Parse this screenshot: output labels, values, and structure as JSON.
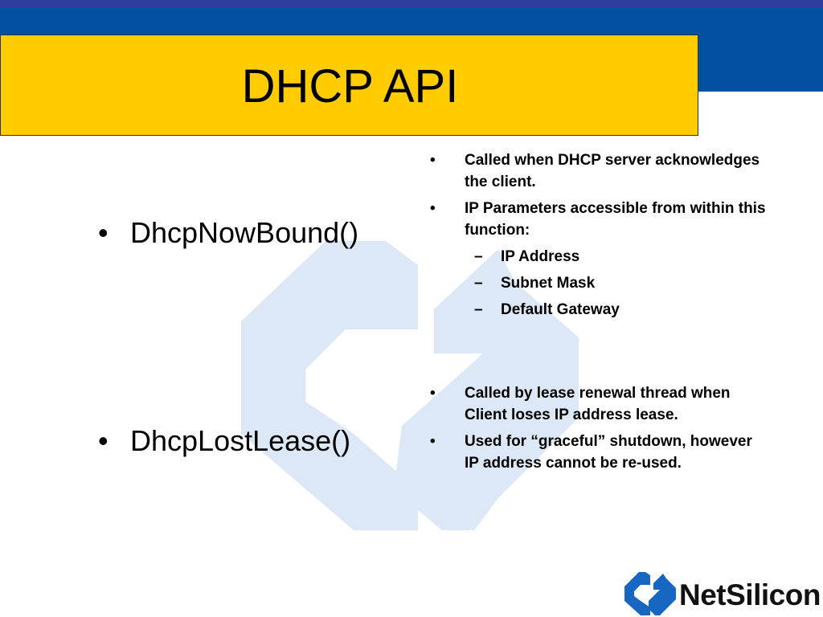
{
  "colors": {
    "band_blue": "#0250A0",
    "band_blue_top": "#2E3E9E",
    "title_yellow": "#FFCC00",
    "watermark": "#DCE8F6",
    "logo_text": "#111111",
    "logo_blue": "#1766C2"
  },
  "title": "DHCP API",
  "functions": [
    {
      "name": "DhcpNowBound()",
      "bullet": "•",
      "description": [
        {
          "text": "Called when DHCP server acknowledges the client.",
          "bullet": "•"
        },
        {
          "text": "IP Parameters accessible from within this function:",
          "bullet": "•",
          "subitems": [
            "IP Address",
            "Subnet Mask",
            "Default Gateway"
          ]
        }
      ]
    },
    {
      "name": "DhcpLostLease()",
      "bullet": "•",
      "description": [
        {
          "text": "Called by lease renewal thread when Client loses IP address lease.",
          "bullet": "•"
        },
        {
          "text": "Used for “graceful” shutdown, however IP address cannot be re-used.",
          "bullet": "•"
        }
      ]
    }
  ],
  "sub_dash": "–",
  "logo": {
    "text": "NetSilicon",
    "icon": "netsilicon-logo-icon"
  },
  "watermark_icon": "netsilicon-watermark-icon"
}
